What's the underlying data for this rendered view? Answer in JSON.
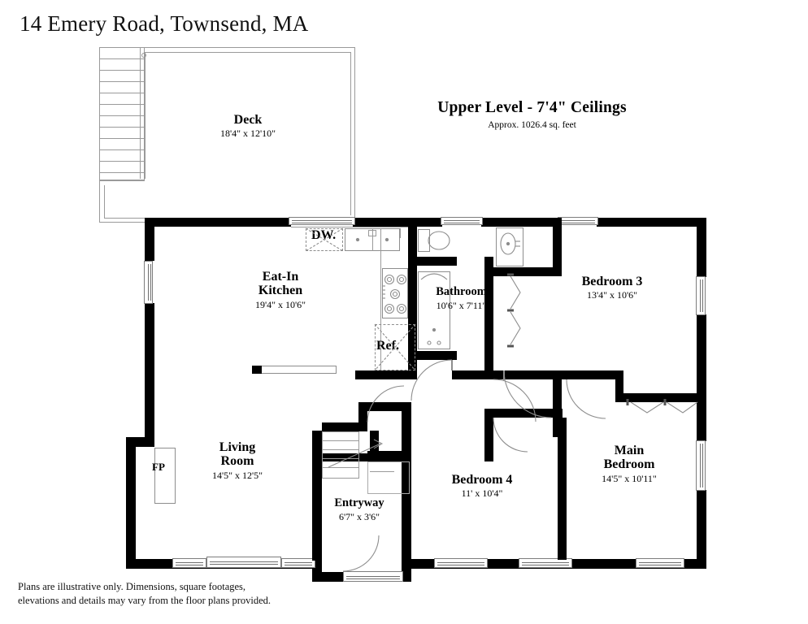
{
  "title": "14 Emery Road, Townsend, MA",
  "level": {
    "heading": "Upper Level - 7'4\" Ceilings",
    "subheading": "Approx. 1026.4 sq. feet"
  },
  "disclaimer": {
    "line1": "Plans are illustrative only. Dimensions, square footages,",
    "line2": "elevations and details may vary from the floor plans provided."
  },
  "rooms": [
    {
      "name": "Deck",
      "dimensions": "18'4\" x 12'10\""
    },
    {
      "name": "Eat-In",
      "name2": "Kitchen",
      "dimensions": "19'4\" x 10'6\""
    },
    {
      "name": "Bathroom",
      "dimensions": "10'6\" x 7'11\""
    },
    {
      "name": "Bedroom 3",
      "dimensions": "13'4\" x 10'6\""
    },
    {
      "name": "Living",
      "name2": "Room",
      "dimensions": "14'5\" x 12'5\""
    },
    {
      "name": "Entryway",
      "dimensions": "6'7\" x 3'6\""
    },
    {
      "name": "Bedroom 4",
      "dimensions": "11' x 10'4\""
    },
    {
      "name": "Main",
      "name2": "Bedroom",
      "dimensions": "14'5\" x 10'11\""
    }
  ],
  "appliances": {
    "dishwasher": "DW.",
    "refrigerator": "Ref.",
    "fireplace": "FP"
  },
  "colors": {
    "wall": "#000000",
    "thin_line": "#9a9a9a",
    "background": "#ffffff",
    "text": "#000000"
  }
}
